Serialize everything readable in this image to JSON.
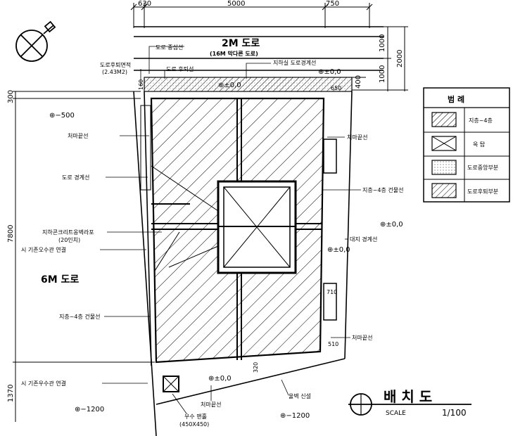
{
  "dimensions": {
    "top": [
      "630",
      "5000",
      "750"
    ],
    "right": [
      "1000",
      "1000",
      "2000",
      "400"
    ],
    "left": [
      "300",
      "7800",
      "1370"
    ],
    "inner": [
      "160",
      "650",
      "710",
      "510",
      "320"
    ]
  },
  "road_top": {
    "name": "2M 도로",
    "sub": "(16M 막다른 도로)"
  },
  "road_left": {
    "name": "6M 도로"
  },
  "levels": {
    "site_a": "±0,0",
    "site_b": "±0,0",
    "site_c": "±0,0",
    "site_d": "±0,0",
    "site_e": "±0,0",
    "left_low": "−500",
    "bottom_a": "−1200",
    "bottom_b": "−1200"
  },
  "annotations": {
    "road_center": "도로 중심선",
    "road_area": "도로후퇴면적",
    "road_area_value": "(2.43M2)",
    "road_setback": "도로 후퇴선",
    "basement_boundary": "지하실 도로경계선",
    "eave_line_left": "처마끝선",
    "road_boundary": "도로 경계선",
    "retaining": "지하콘크리트옹벽라포",
    "retaining_sub": "(20인치)",
    "sewer_link": "시 기존오수관 연결",
    "building_line": "지층~4층 건물선",
    "eave_line_right": "처마끝선",
    "building_line_right": "지층~4층 건물선",
    "site_boundary": "대지 경계선",
    "eave_line_right2": "처마끝선",
    "rain_link": "시 기존우수관 연결",
    "eave_line_bottom": "처마끝선",
    "fence": "울벽 신설",
    "rain_pit": "우수 맨홀",
    "rain_pit_size": "(450X450)"
  },
  "legend": {
    "title": "범   례",
    "items": [
      {
        "label": "지층~4층",
        "pattern": "hatch"
      },
      {
        "label": "옥   탑",
        "pattern": "cross"
      },
      {
        "label": "도로중앙부분",
        "pattern": "dots"
      },
      {
        "label": "도로후퇴부분",
        "pattern": "hatch"
      }
    ]
  },
  "title_block": {
    "title": "배  치  도",
    "scale_label": "SCALE",
    "scale_value": "1/100"
  }
}
